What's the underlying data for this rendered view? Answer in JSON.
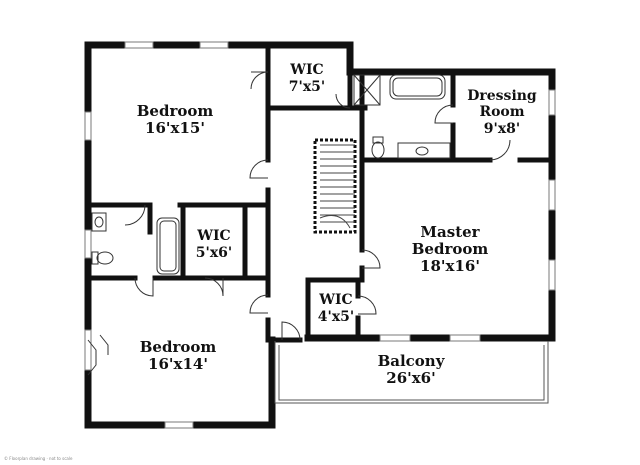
{
  "rooms": {
    "bedroom_top": {
      "name": "Bedroom",
      "size": "16'x15'"
    },
    "wic_top": {
      "name": "WIC",
      "size": "7'x5'"
    },
    "dressing": {
      "name": "Dressing",
      "name2": "Room",
      "size": "9'x8'"
    },
    "wic_middle": {
      "name": "WIC",
      "size": "5'x6'"
    },
    "master": {
      "name": "Master",
      "name2": "Bedroom",
      "size": "18'x16'"
    },
    "wic_master": {
      "name": "WIC",
      "size": "4'x5'"
    },
    "bedroom_bottom": {
      "name": "Bedroom",
      "size": "16'x14'"
    },
    "balcony": {
      "name": "Balcony",
      "size": "26'x6'"
    }
  },
  "credit": "© Floorplan drawing · not to scale",
  "colors": {
    "wall": "#111111",
    "thin_line": "#555555",
    "window": "#7a7a7a",
    "background": "#ffffff"
  }
}
